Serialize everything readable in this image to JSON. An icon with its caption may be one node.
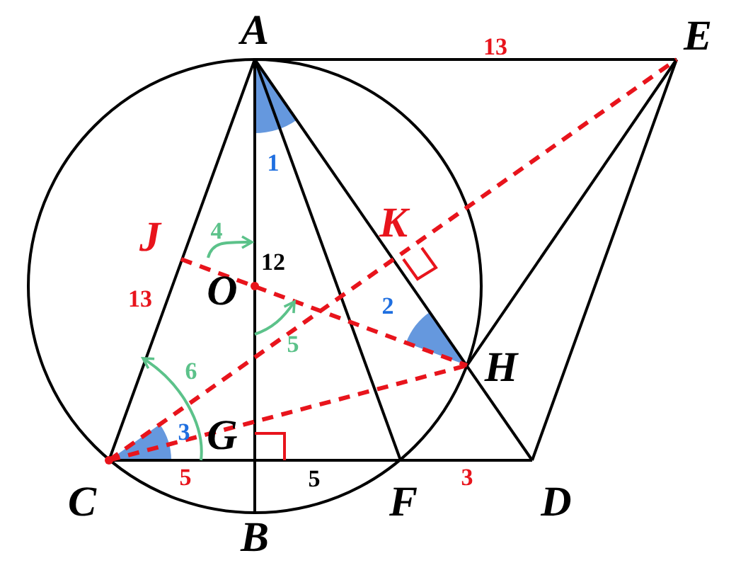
{
  "diagram": {
    "labels": [
      "A",
      "13",
      "E",
      "1",
      "J",
      "4",
      "K",
      "12",
      "O",
      "13",
      "2",
      "5",
      "6",
      "H",
      "3",
      "G",
      "5",
      "5",
      "3",
      "C",
      "F",
      "D",
      "B"
    ]
  }
}
